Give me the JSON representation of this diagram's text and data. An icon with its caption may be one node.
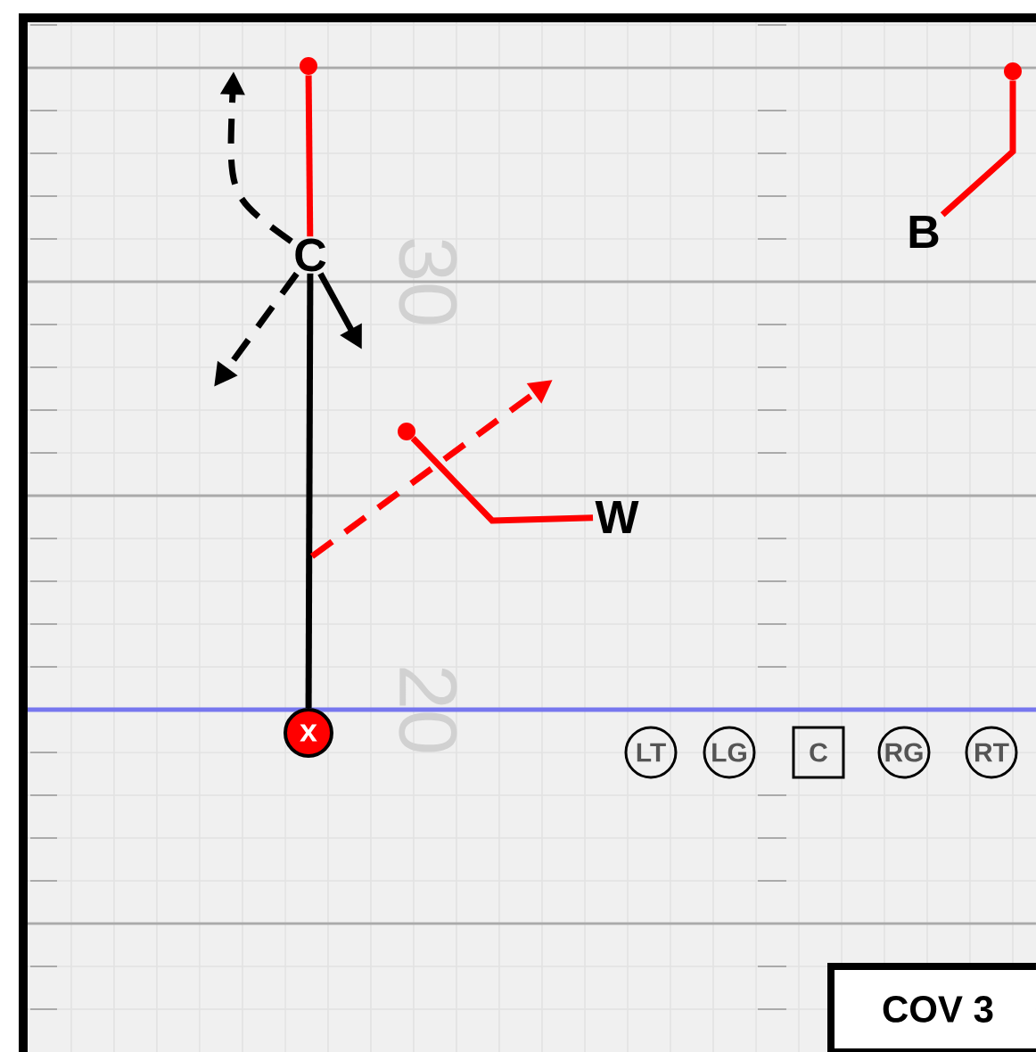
{
  "diagram": {
    "nodes": [
      {
        "text": [
          "C"
        ]
      },
      {
        "text": [
          "B"
        ]
      },
      {
        "text": [
          "W"
        ]
      },
      {
        "text": [
          "x"
        ]
      },
      {
        "text": [
          "LT"
        ]
      },
      {
        "text": [
          "LG"
        ]
      },
      {
        "text": [
          "C"
        ]
      },
      {
        "text": [
          "RG"
        ]
      },
      {
        "text": [
          "RT"
        ]
      },
      {
        "text": [
          "COV 3"
        ]
      },
      {
        "text": [],
        "shape": "circle"
      },
      {
        "text": [],
        "shape": "circle"
      },
      {
        "text": [],
        "shape": "circle"
      }
    ],
    "edges": [
      {
        "from": 3,
        "to": 0,
        "arrow": "none"
      },
      {
        "from": 0,
        "to": 10,
        "arrow": "none",
        "color": "#ff0000"
      },
      {
        "from": 1,
        "to": 11,
        "arrow": "none",
        "color": "#ff0000"
      },
      {
        "from": 2,
        "to": 12,
        "arrow": "none",
        "color": "#ff0000"
      },
      {
        "from": 0,
        "to": null,
        "arrow": "to",
        "style": "dashed"
      },
      {
        "from": 0,
        "to": null,
        "arrow": "to"
      },
      {
        "from": 0,
        "to": null,
        "arrow": "to",
        "style": "dashed"
      }
    ],
    "labels": [
      "30",
      "20"
    ]
  }
}
